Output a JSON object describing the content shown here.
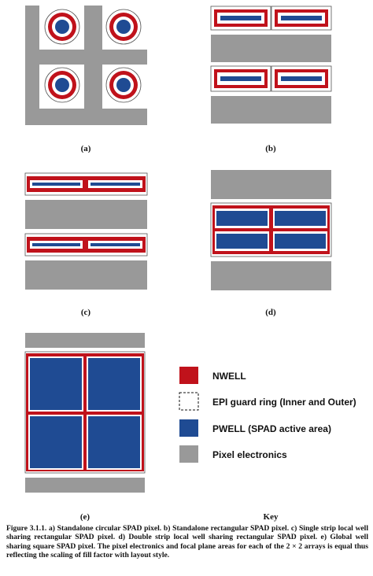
{
  "colors": {
    "nwell": "#c0121b",
    "pwell": "#1f4b93",
    "electronics": "#999999",
    "background": "#ffffff"
  },
  "panels": {
    "a": {
      "label": "(a)"
    },
    "b": {
      "label": "(b)"
    },
    "c": {
      "label": "(c)"
    },
    "d": {
      "label": "(d)"
    },
    "e": {
      "label": "(e)"
    }
  },
  "key": {
    "title": "Key",
    "items": [
      {
        "swatch": "nwell",
        "label": "NWELL"
      },
      {
        "swatch": "epi-guard-ring",
        "label": "EPI guard ring (Inner and Outer)"
      },
      {
        "swatch": "pwell",
        "label": "PWELL (SPAD active area)"
      },
      {
        "swatch": "electronics",
        "label": "Pixel electronics"
      }
    ]
  },
  "caption": "Figure 3.1.1. a) Standalone circular SPAD pixel. b) Standalone rectangular SPAD pixel. c) Single strip local well sharing rectangular SPAD pixel. d) Double strip local well sharing rectangular SPAD pixel. e) Global well sharing square SPAD pixel. The pixel electronics and focal plane areas for each of the 2 × 2 arrays is equal thus reflecting the scaling of fill factor with layout style."
}
